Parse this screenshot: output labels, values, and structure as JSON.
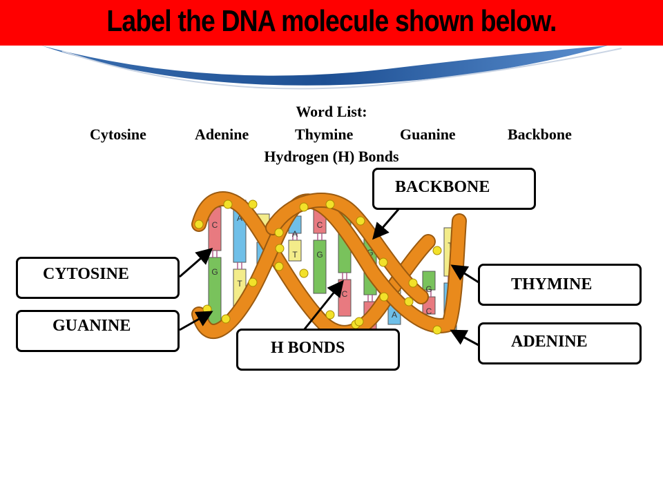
{
  "title": "Label the DNA molecule shown below.",
  "word_list": {
    "heading": "Word List:",
    "words": [
      "Cytosine",
      "Adenine",
      "Thymine",
      "Guanine",
      "Backbone"
    ],
    "last": "Hydrogen (H) Bonds"
  },
  "labels": {
    "backbone": "BACKBONE",
    "cytosine": "CYTOSINE",
    "guanine": "GUANINE",
    "h_bonds": "H BONDS",
    "thymine": "THYMINE",
    "adenine": "ADENINE"
  },
  "base_letters": {
    "c": "C",
    "g": "G",
    "a": "A",
    "t": "T"
  },
  "colors": {
    "title_bar": "#ff0000",
    "backbone": "#e98a1c",
    "cytosine": "#e87a80",
    "guanine": "#79c25c",
    "adenine": "#6fbfe8",
    "thymine": "#f3ec8a",
    "phosphate": "#f2e12a"
  }
}
